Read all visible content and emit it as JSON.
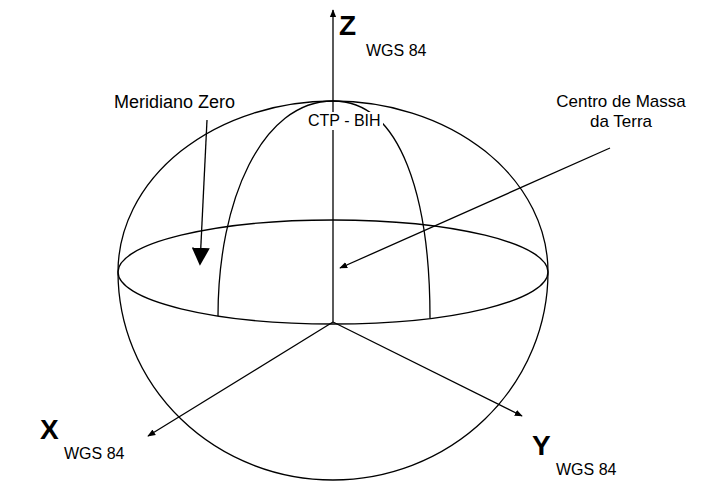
{
  "diagram": {
    "labels": [
      "Z",
      "WGS 84",
      "Meridiano Zero",
      "Centro de Massa da Terra",
      "CTP - BIH",
      "X",
      "WGS 84",
      "Y",
      "WGS 84"
    ]
  }
}
